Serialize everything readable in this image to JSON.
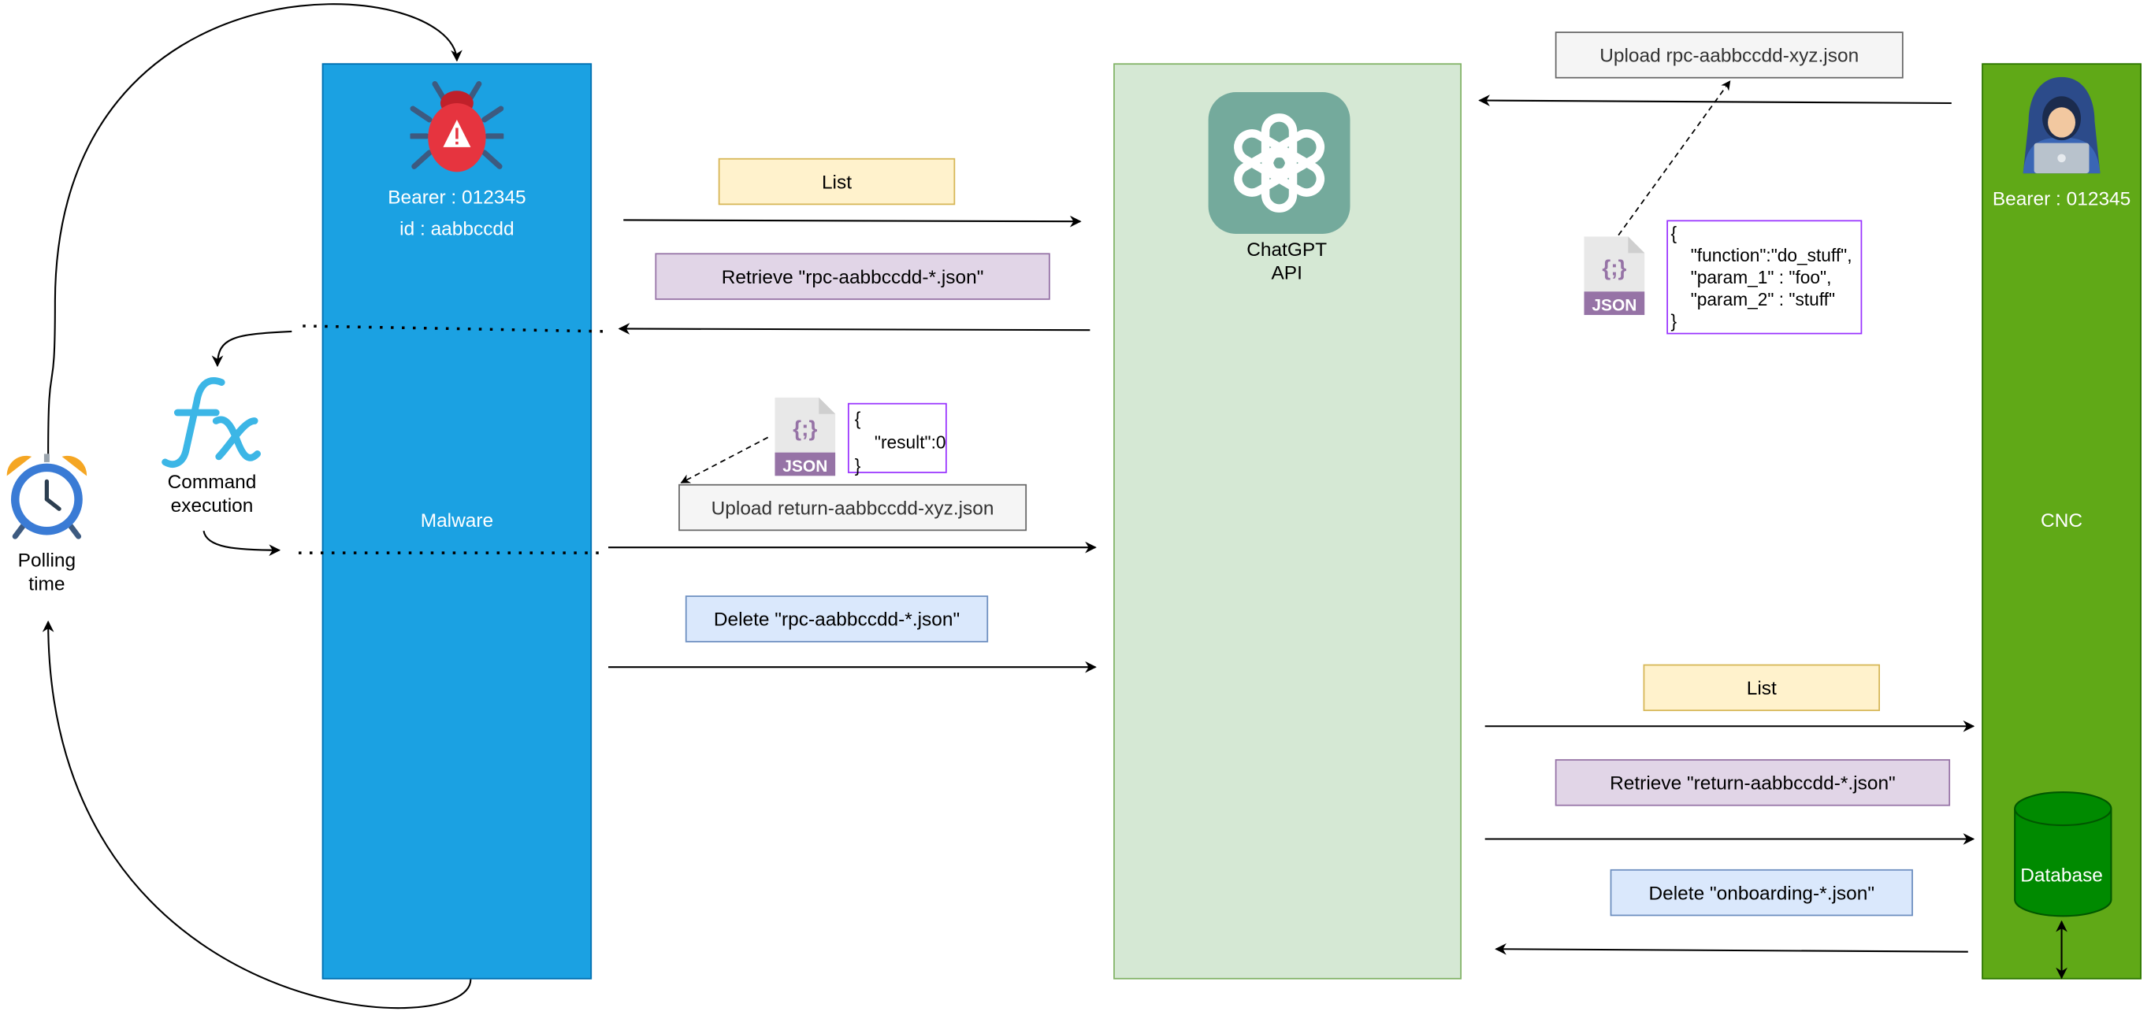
{
  "lanes": {
    "malware": {
      "label": "Malware",
      "fill": "#1ba1e2",
      "stroke": "#006eaf",
      "bearer": "Bearer : 012345",
      "id": "id : aabbccdd"
    },
    "api": {
      "label_line1": "ChatGPT",
      "label_line2": "API",
      "fill": "#d5e8d4",
      "stroke": "#82b366",
      "logo_bg": "#74aa9c"
    },
    "cnc": {
      "label": "CNC",
      "fill": "#60a917",
      "stroke": "#2d7600",
      "bearer": "Bearer : 012345"
    }
  },
  "left": {
    "polling_line1": "Polling",
    "polling_line2": "time",
    "command_line1": "Command",
    "command_line2": "execution"
  },
  "operations": {
    "malware_list": "List",
    "malware_retrieve": "Retrieve \"rpc-aabbccdd-*.json\"",
    "malware_upload": "Upload return-aabbccdd-xyz.json",
    "malware_delete": "Delete \"rpc-aabbccdd-*.json\"",
    "cnc_upload": "Upload rpc-aabbccdd-xyz.json",
    "cnc_list": "List",
    "cnc_retrieve": "Retrieve \"return-aabbccdd-*.json\"",
    "cnc_delete": "Delete \"onboarding-*.json\""
  },
  "json_result": {
    "icon_label": "JSON",
    "lines": [
      "{",
      "    \"result\":0",
      "}"
    ]
  },
  "json_rpc": {
    "icon_label": "JSON",
    "lines": [
      "{",
      "    \"function\":\"do_stuff\",",
      "    \"param_1\" : \"foo\",",
      "    \"param_2\" : \"stuff\"",
      "}"
    ]
  },
  "database": {
    "label": "Database",
    "fill": "#008a00",
    "stroke": "#005700"
  },
  "icons": {
    "bug": "bug-warning-icon",
    "hacker": "hacker-icon",
    "openai": "openai-logo-icon",
    "alarm": "alarm-clock-icon",
    "fx": "function-fx-icon",
    "json": "json-file-icon"
  }
}
